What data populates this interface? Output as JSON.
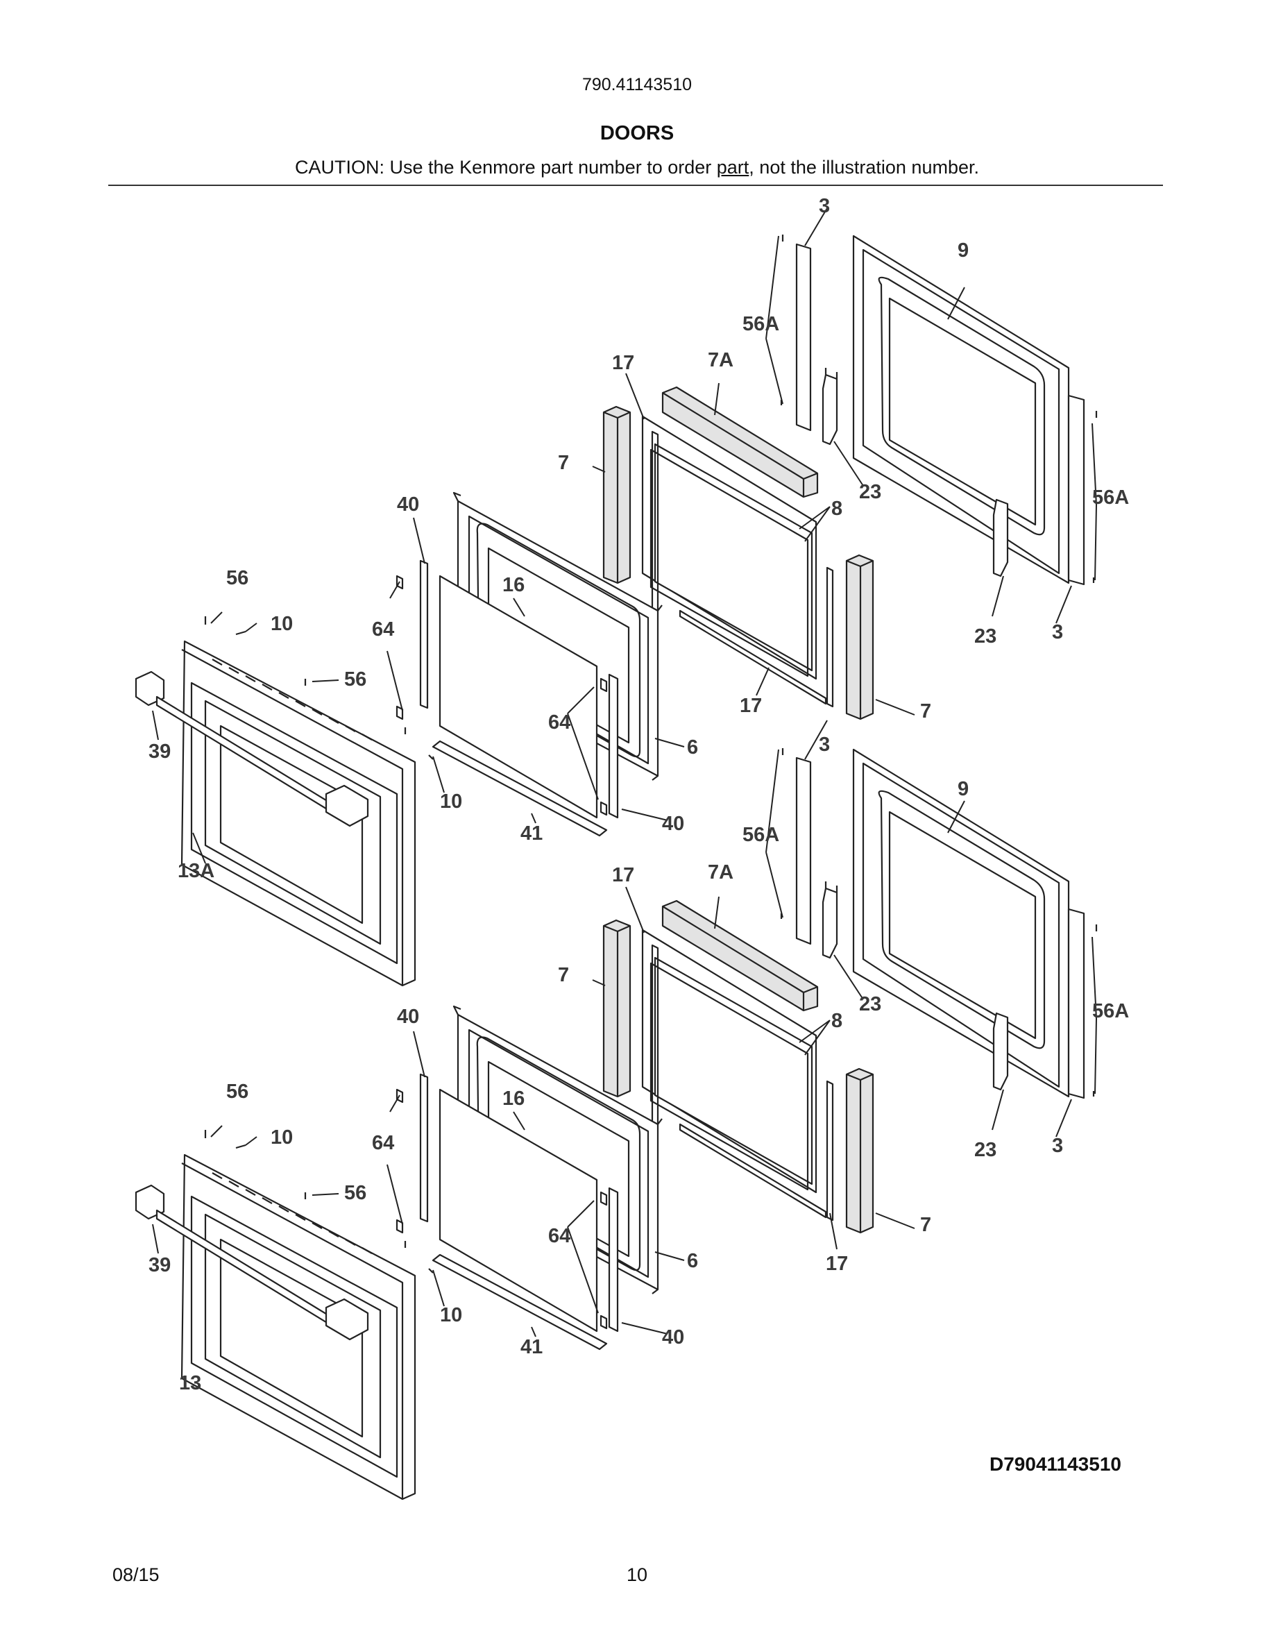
{
  "header": {
    "model_number": "790.41143510",
    "section_title": "DOORS",
    "caution_before": "CAUTION: Use the Kenmore part number to order ",
    "caution_underlined": "part",
    "caution_after": ", not the illustration number."
  },
  "callouts": {
    "c3": "3",
    "c9": "9",
    "c56a": "56A",
    "c17": "17",
    "c7a": "7A",
    "c7": "7",
    "c23": "23",
    "c8": "8",
    "c40": "40",
    "c56": "56",
    "c16": "16",
    "c10": "10",
    "c64": "64",
    "c39": "39",
    "c6": "6",
    "c41": "41",
    "c13a": "13A",
    "c13": "13"
  },
  "drawing_number": "D79041143510",
  "footer": {
    "date": "08/15",
    "page_number": "10"
  },
  "colors": {
    "line": "#222222",
    "insulation_fill": "#e3e3e3",
    "label": "#3a3a3a"
  }
}
